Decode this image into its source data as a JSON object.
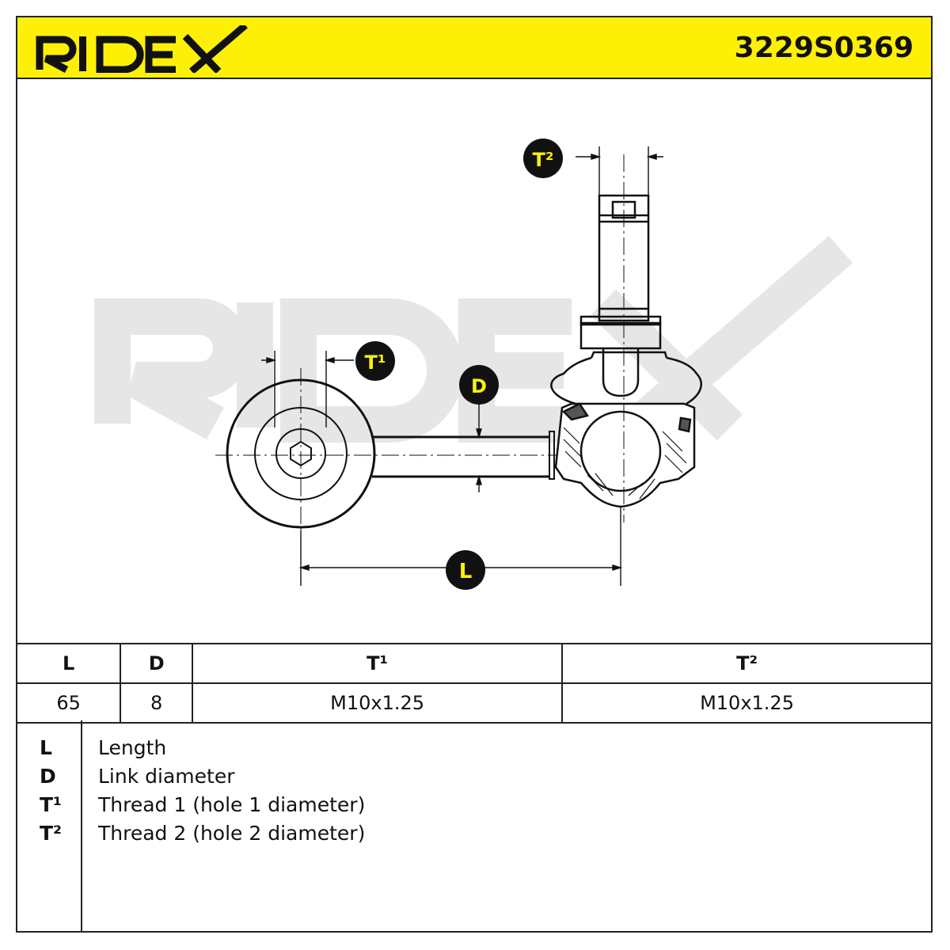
{
  "header": {
    "brand": "RIDEX",
    "part_number": "3229S0369",
    "background_color": "#fdf006"
  },
  "drawing": {
    "watermark": "RIDEX",
    "badges": {
      "t2": "T²",
      "t1": "T¹",
      "d": "D",
      "l": "L"
    }
  },
  "specs": {
    "headers": [
      "L",
      "D",
      "T¹",
      "T²"
    ],
    "values": [
      "65",
      "8",
      "M10x1.25",
      "M10x1.25"
    ]
  },
  "legend": [
    {
      "key": "L",
      "desc": "Length"
    },
    {
      "key": "D",
      "desc": "Link diameter"
    },
    {
      "key": "T¹",
      "desc": "Thread 1 (hole 1 diameter)"
    },
    {
      "key": "T²",
      "desc": "Thread 2 (hole 2 diameter)"
    }
  ]
}
